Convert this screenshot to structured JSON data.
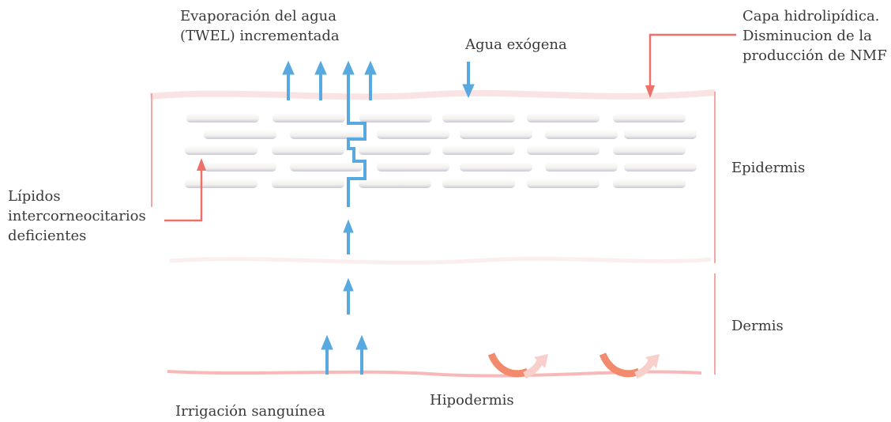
{
  "labels": {
    "twel": [
      "Evaporación del agua",
      "(TWEL) incrementada"
    ],
    "exogenous_water": "Agua exógena",
    "lipid_layer": [
      "Capa hidrolipídica.",
      "Disminucion de la",
      "producción de NMF"
    ],
    "lipids": [
      "Lípidos",
      "intercorneocitarios",
      "deficientes"
    ],
    "epidermis": "Epidermis",
    "dermis": "Dermis",
    "hypodermis": "Hipodermis",
    "blood_supply": "Irrigación sanguínea"
  },
  "colors": {
    "water_arrow": "#57a9df",
    "annotation_arrow": "#ee7068",
    "boundary": "#f2a8a6",
    "surface": "#f9e4e3",
    "corneocyte_fill": "#f4f2ef",
    "corneocyte_edge": "#c9c8d8",
    "blood_line": "#f6b8b8",
    "heat_arrow": "#f28a6e",
    "heat_arrow_light": "#f9cfcc",
    "text": "#3a3a3a"
  }
}
